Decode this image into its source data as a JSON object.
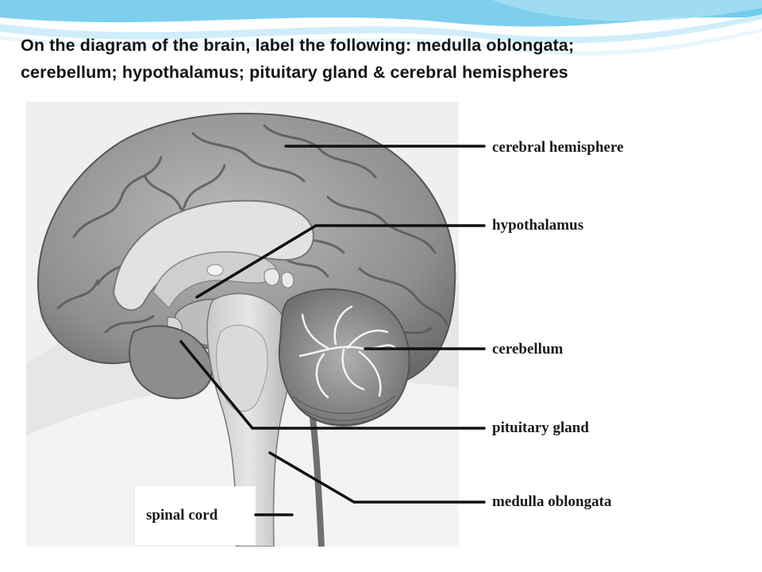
{
  "slide": {
    "title_line1": "On the diagram of the brain, label the following: medulla oblongata;",
    "title_line2": "cerebellum; hypothalamus; pituitary gland  & cerebral hemispheres"
  },
  "labels": {
    "cerebral_hemisphere": "cerebral hemisphere",
    "hypothalamus": "hypothalamus",
    "cerebellum": "cerebellum",
    "pituitary_gland": "pituitary gland",
    "medulla_oblongata": "medulla oblongata",
    "spinal_cord": "spinal cord"
  },
  "colors": {
    "banner_blue": "#8fd3ef",
    "banner_light": "#d8f1fa",
    "leader_line": "#111111",
    "brain_gray": "#9a9a9a"
  }
}
